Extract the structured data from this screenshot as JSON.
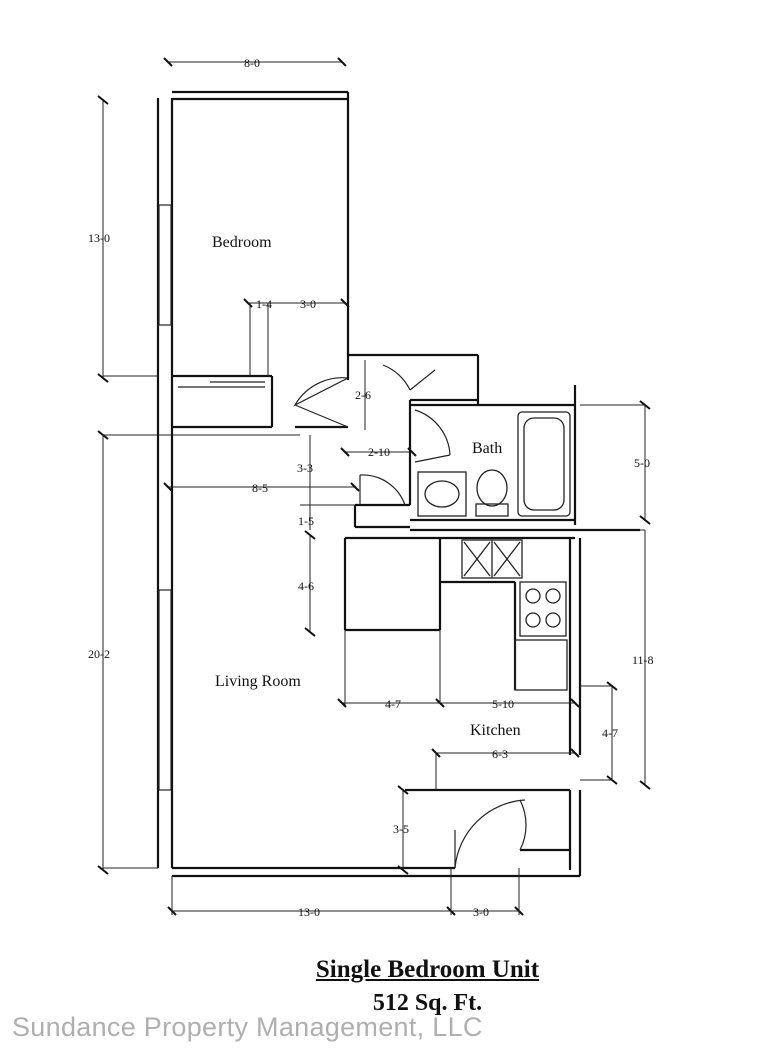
{
  "rooms": {
    "bedroom": "Bedroom",
    "bath": "Bath",
    "living_room": "Living Room",
    "kitchen": "Kitchen"
  },
  "dimensions": {
    "bedroom_width": "8-0",
    "bedroom_depth": "13-0",
    "closet_width": "1-4",
    "closet_door": "3-0",
    "hall_depth": "2-6",
    "hall_width": "2-10",
    "bath_depth": "5-0",
    "entry_depth": "3-3",
    "living_width": "8-5",
    "offset_depth": "1-5",
    "nook_depth": "4-6",
    "living_depth": "20-2",
    "kitchen_depth": "11-8",
    "nook_width": "4-7",
    "kitchen_width": "5-10",
    "kitchen_side": "4-7",
    "entry_width": "6-3",
    "vestibule_depth": "3-5",
    "living_bottom_width": "13-0",
    "front_door_width": "3-0"
  },
  "caption": {
    "title": "Single Bedroom Unit",
    "area": "512 Sq. Ft."
  },
  "watermark": "Sundance Property Management, LLC"
}
